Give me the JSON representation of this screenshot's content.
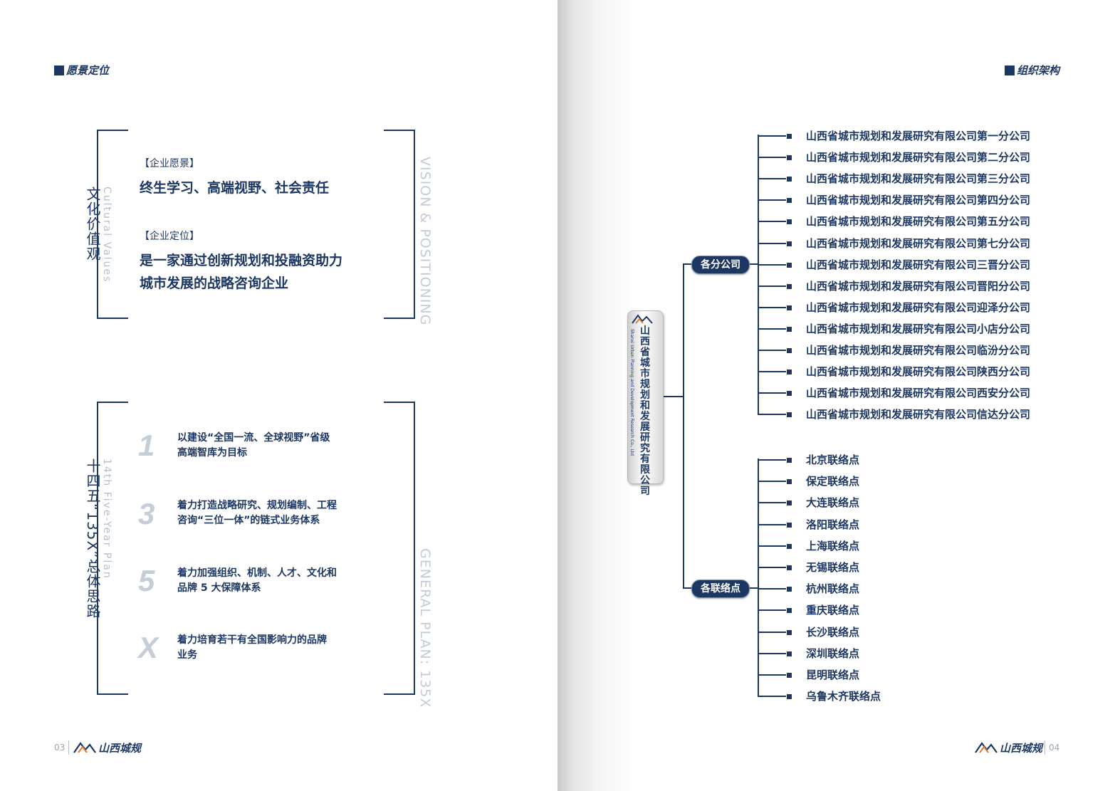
{
  "left_page": {
    "section_title": "愿景定位",
    "culture": {
      "title_cn": "文化价值观",
      "title_en": "Cultural Values",
      "side_label": "VISION & POSITIONING",
      "vision_tag": "【企业愿景】",
      "vision_text": "终生学习、高端视野、社会责任",
      "position_tag": "【企业定位】",
      "position_line1": "是一家通过创新规划和投融资助力",
      "position_line2": "城市发展的战略咨询企业"
    },
    "plan": {
      "title_cn": "十四五“135X”总体思路",
      "title_en": "14th Five-Year Plan",
      "side_label": "GENERAL PLAN: 135X",
      "items": [
        {
          "num": "1",
          "line1": "以建设“全国一流、全球视野”省级",
          "line2": "高端智库为目标"
        },
        {
          "num": "3",
          "line1": "着力打造战略研究、规划编制、工程",
          "line2": "咨询“三位一体”的链式业务体系"
        },
        {
          "num": "5",
          "line1": "着力加强组织、机制、人才、文化和",
          "line2": "品牌 5 大保障体系"
        },
        {
          "num": "X",
          "line1": "着力培育若干有全国影响力的品牌",
          "line2": "业务"
        }
      ]
    },
    "page_number": "03",
    "logo_text": "山西城规"
  },
  "right_page": {
    "section_title": "组织架构",
    "org_root": {
      "name_cn": "山西省城市规划和发展研究有限公司",
      "name_en": "Shanxi Urban Planning and Development Research Co., Ltd"
    },
    "branch_group": {
      "label": "各分公司",
      "items": [
        "山西省城市规划和发展研究有限公司第一分公司",
        "山西省城市规划和发展研究有限公司第二分公司",
        "山西省城市规划和发展研究有限公司第三分公司",
        "山西省城市规划和发展研究有限公司第四分公司",
        "山西省城市规划和发展研究有限公司第五分公司",
        "山西省城市规划和发展研究有限公司第七分公司",
        "山西省城市规划和发展研究有限公司三晋分公司",
        "山西省城市规划和发展研究有限公司晋阳分公司",
        "山西省城市规划和发展研究有限公司迎泽分公司",
        "山西省城市规划和发展研究有限公司小店分公司",
        "山西省城市规划和发展研究有限公司临汾分公司",
        "山西省城市规划和发展研究有限公司陕西分公司",
        "山西省城市规划和发展研究有限公司西安分公司",
        "山西省城市规划和发展研究有限公司信达分公司"
      ]
    },
    "liaison_group": {
      "label": "各联络点",
      "items": [
        "北京联络点",
        "保定联络点",
        "大连联络点",
        "洛阳联络点",
        "上海联络点",
        "无锡联络点",
        "杭州联络点",
        "重庆联络点",
        "长沙联络点",
        "深圳联络点",
        "昆明联络点",
        "乌鲁木齐联络点"
      ]
    },
    "page_number": "04",
    "logo_text": "山西城规"
  },
  "colors": {
    "navy": "#1d3763",
    "muted_label": "#c3cbd6",
    "plan_number": "#c5cdd8"
  }
}
